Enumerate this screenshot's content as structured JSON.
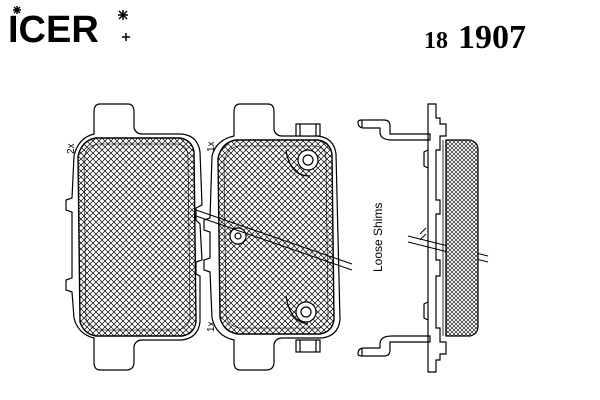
{
  "brand": {
    "logo_text": "ICER"
  },
  "part_number": {
    "prefix": "18",
    "number": "1907"
  },
  "labels": {
    "pad_left_qty": "2x",
    "pad_middle_qty_top": "1x",
    "pad_middle_qty_bottom": "1x",
    "shims_label": "Loose Shims"
  },
  "colors": {
    "ink": "#000000",
    "background": "#ffffff"
  }
}
